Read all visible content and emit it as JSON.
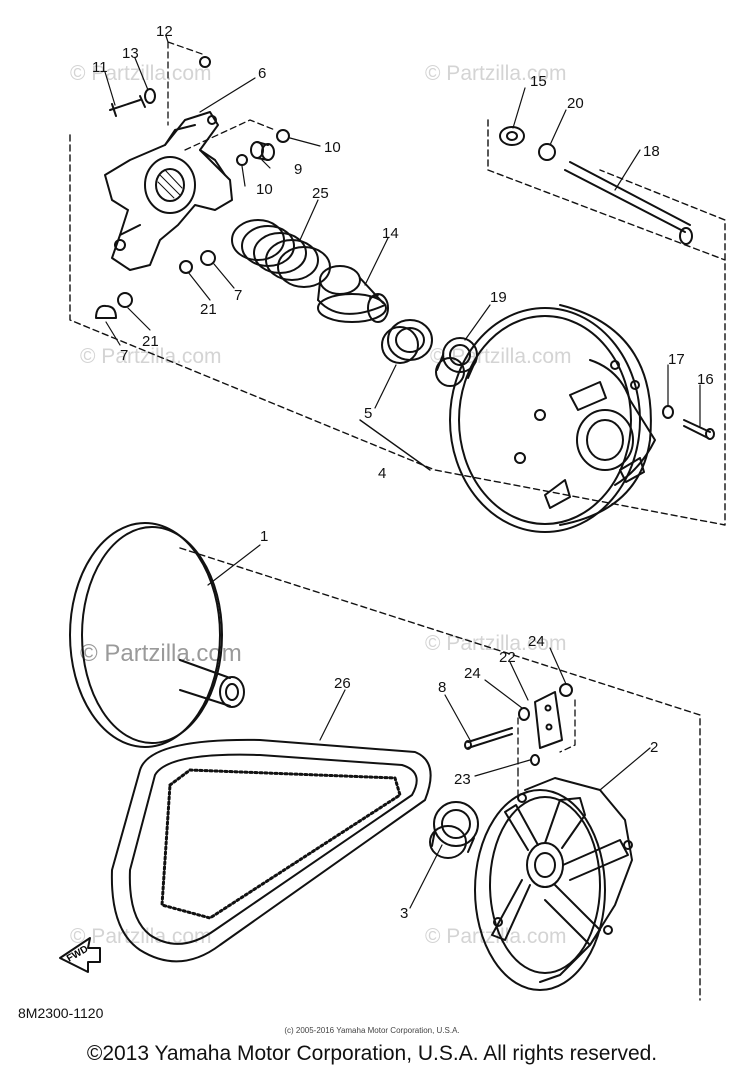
{
  "watermark": "© Partzilla.com",
  "watermark_positions": [
    "w1",
    "w2",
    "w3",
    "w4",
    "w5",
    "w6",
    "w7",
    "w8"
  ],
  "callouts": {
    "c12": "12",
    "c13": "13",
    "c11": "11",
    "c6": "6",
    "c10a": "10",
    "c9": "9",
    "c10b": "10",
    "c25": "25",
    "c14": "14",
    "c21a": "21",
    "c7a": "7",
    "c21b": "21",
    "c7b": "7",
    "c15": "15",
    "c20": "20",
    "c18": "18",
    "c19": "19",
    "c5": "5",
    "c4": "4",
    "c17": "17",
    "c16": "16",
    "c1": "1",
    "c24a": "24",
    "c22": "22",
    "c24b": "24",
    "c26": "26",
    "c8": "8",
    "c2": "2",
    "c23": "23",
    "c3": "3"
  },
  "fwd_label": "FWD",
  "diagram_code": "8M2300-1120",
  "small_copyright": "(c) 2005-2016 Yamaha Motor Corporation, U.S.A.",
  "footer": "©2013 Yamaha Motor Corporation, U.S.A. All rights reserved."
}
